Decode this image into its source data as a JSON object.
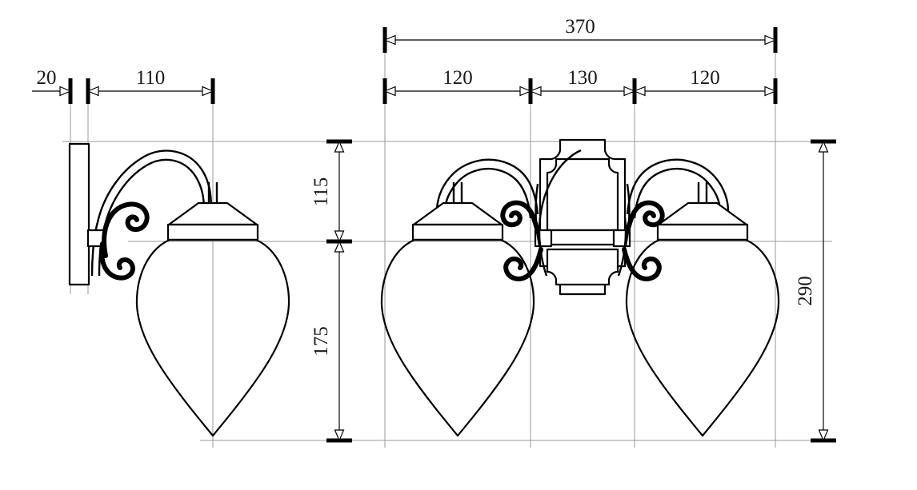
{
  "drawing": {
    "title": "Wall sconce technical dimension drawing",
    "units": "mm",
    "colors": {
      "outline": "#000000",
      "extension_line": "#9a9a9a",
      "dimension_line": "#2a2a2a",
      "background": "#ffffff",
      "text": "#1a1a1a"
    },
    "dimensions": {
      "left_fixture": [
        {
          "id": "dim-20",
          "label": "20",
          "orientation": "horizontal"
        },
        {
          "id": "dim-110",
          "label": "110",
          "orientation": "horizontal"
        }
      ],
      "right_fixture": [
        {
          "id": "dim-370",
          "label": "370",
          "orientation": "horizontal"
        },
        {
          "id": "dim-120-left",
          "label": "120",
          "orientation": "horizontal"
        },
        {
          "id": "dim-130",
          "label": "130",
          "orientation": "horizontal"
        },
        {
          "id": "dim-120-right",
          "label": "120",
          "orientation": "horizontal"
        }
      ],
      "vertical_left": [
        {
          "id": "dim-115",
          "label": "115",
          "orientation": "vertical"
        },
        {
          "id": "dim-175",
          "label": "175",
          "orientation": "vertical"
        }
      ],
      "vertical_right": [
        {
          "id": "dim-290",
          "label": "290",
          "orientation": "vertical"
        }
      ]
    }
  }
}
